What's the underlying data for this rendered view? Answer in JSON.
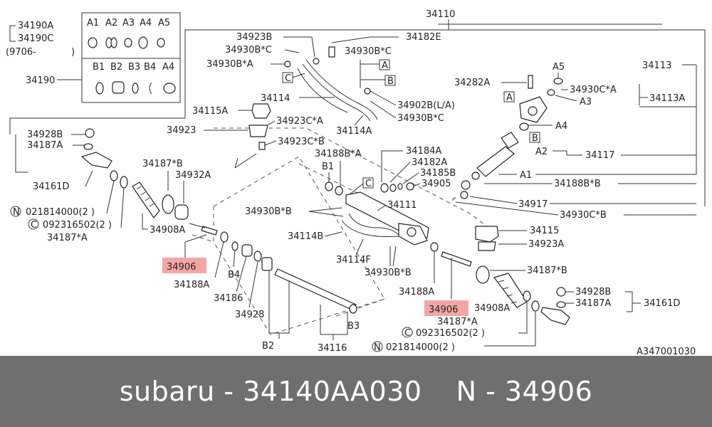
{
  "diagram": {
    "labels": {
      "l34190a": "34190A",
      "l34190c": "34190C",
      "l9706": "(9706-",
      "l9706b": ")",
      "l34190": "34190",
      "a1": "A1",
      "a2": "A2",
      "a3": "A3",
      "a4": "A4",
      "a5": "A5",
      "b1": "B1",
      "b2": "B2",
      "b3": "B3",
      "b4": "B4",
      "l34110": "34110",
      "l34923b": "34923B",
      "l34182e": "34182E",
      "l34930bc_top": "34930B*C",
      "l34930ba_top": "34930B*A",
      "l34930bc_top2": "34930B*C",
      "boxC1": "C",
      "boxA1": "A",
      "boxB1": "B",
      "l34114": "34114",
      "l34902b": "34902B(L/A)",
      "l34930bc_mid": "34930B*C",
      "l34114a": "34114A",
      "l34115a": "34115A",
      "l34923ca": "34923C*A",
      "l34923": "34923",
      "l34923cb": "34923C*B",
      "l34928b_l": "34928B",
      "l34187a_l": "34187A",
      "l34161d_l": "34161D",
      "l34187b_l": "34187*B",
      "l34932a": "34932A",
      "l021814": "021814000(2 )",
      "l092316": "092316502(2 )",
      "l34187a_star": "34187*A",
      "l34908a_l": "34908A",
      "l34906_l": "34906",
      "l34188a_l": "34188A",
      "l34186": "34186",
      "l34928": "34928",
      "l34116": "34116",
      "l34188ba": "34188B*A",
      "l34184a": "34184A",
      "l34182a": "34182A",
      "l34185b": "34185B",
      "l34905": "34905",
      "boxC2": "C",
      "l34111": "34111",
      "l34930bb": "34930B*B",
      "l34114b": "34114B",
      "l34114f": "34114F",
      "l34930bb2": "34930B*B",
      "l34113": "34113",
      "l34282a": "34282A",
      "l34930ca": "34930C*A",
      "l34113a": "34113A",
      "boxA2": "A",
      "boxB2": "B",
      "l34117": "34117",
      "l34188bb": "34188B*B",
      "l34917": "34917",
      "l34930cb": "34930C*B",
      "l34115": "34115",
      "l34923a": "34923A",
      "l34188a_r": "34188A",
      "l34906_r": "34906",
      "l34908a_r": "34908A",
      "l34187a_r2": "34187*A",
      "l34187b_r": "34187*B",
      "l34928b_r": "34928B",
      "l34187a_r": "34187A",
      "l34161d_r": "34161D",
      "l092316r": "092316502(2 )",
      "l021814r": "021814000(2 )",
      "circN": "N",
      "circC": "C",
      "code": "A347001030"
    }
  },
  "footer": {
    "brand_part": "subaru - 34140AA030",
    "ref": "N - 34906"
  },
  "highlight_color": "#f4a6a6"
}
